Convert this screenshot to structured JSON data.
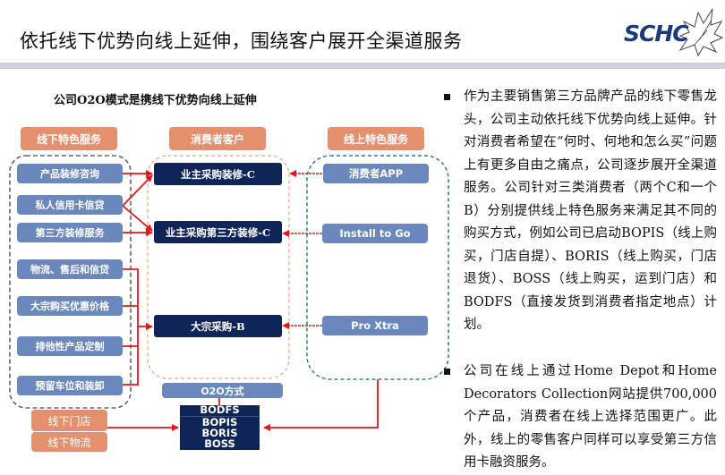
{
  "header": {
    "title": "依托线下优势向线上延伸，围绕客户展开全渠道服务",
    "logo_text": "SCHC"
  },
  "diagram": {
    "title": "公司O2O模式是携线下优势向线上延伸",
    "headers": {
      "offline": "线下特色服务",
      "consumer": "消费者客户",
      "online": "线上特色服务"
    },
    "offline_services": [
      "产品装修咨询",
      "私人信用卡信贷",
      "第三方装修服务",
      "物流、售后和信贷",
      "大宗购买优惠价格",
      "排他性产品定制",
      "预留车位和装卸"
    ],
    "consumer_types": [
      "业主采购装修-C",
      "业主采购第三方装修-C",
      "大宗采购-B"
    ],
    "online_services": [
      "消费者APP",
      "Install to Go",
      "Pro Xtra"
    ],
    "o2o_label": "O2O方式",
    "o2o_methods": [
      "BODFS",
      "BOPIS",
      "BORIS",
      "BOSS"
    ],
    "offline_channels": [
      "线下门店",
      "线下物流"
    ],
    "colors": {
      "header_orange": "#e4906e",
      "light_blue": "#6b88bd",
      "navy": "#0f2557",
      "arrow_red": "#e8141b",
      "online_border": "#2e7d8c"
    }
  },
  "bullets": [
    "作为主要销售第三方品牌产品的线下零售龙头，公司主动依托线下优势向线上延伸。针对消费者希望在“何时、何地和怎么买”问题上有更多自由之痛点，公司逐步展开全渠道服务。公司针对三类消费者（两个C和一个B）分别提供线上特色服务来满足其不同的购买方式，例如公司已启动BOPIS（线上购买，门店自提）、BORIS（线上购买，门店退货）、BOSS（线上购买，运到门店）和BODFS（直接发货到消费者指定地点）计划。",
    "公司在线上通过Home Depot和Home Decorators Collection网站提供700,000个产品，消费者在线上选择范围更广。此外，线上的零售客户同样可以享受第三方信用卡融资服务。"
  ]
}
